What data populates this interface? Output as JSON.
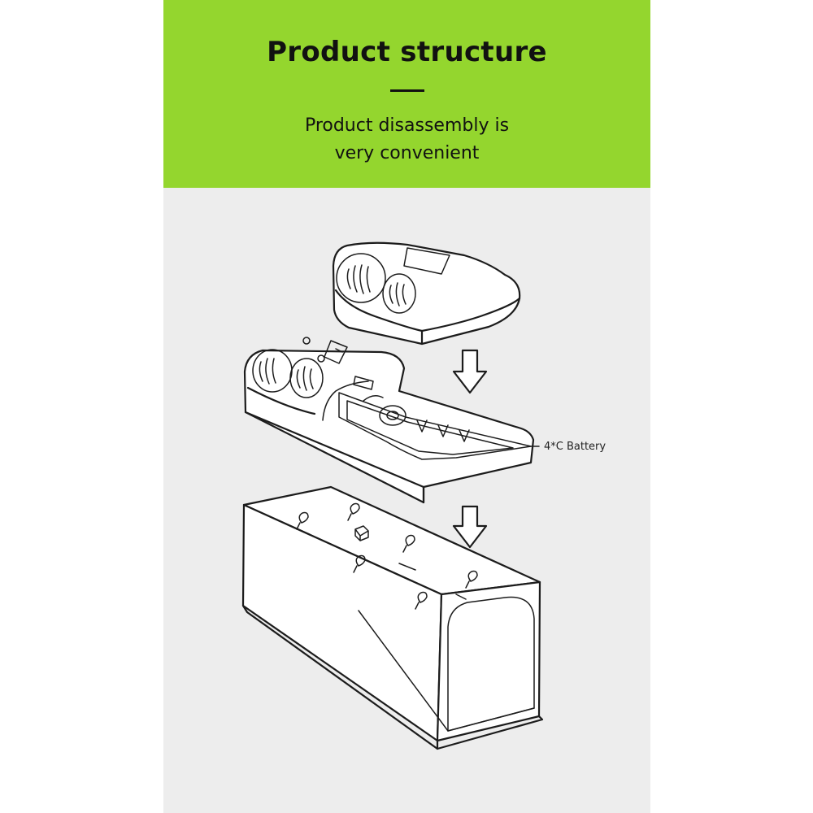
{
  "header": {
    "title": "Product structure",
    "subtitle_line1": "Product disassembly is",
    "subtitle_line2": "very convenient"
  },
  "diagram": {
    "battery_label": "4*C Battery"
  },
  "colors": {
    "header_bg": "#94d62e",
    "canvas_bg": "#ededed",
    "line": "#1c1c1c"
  }
}
